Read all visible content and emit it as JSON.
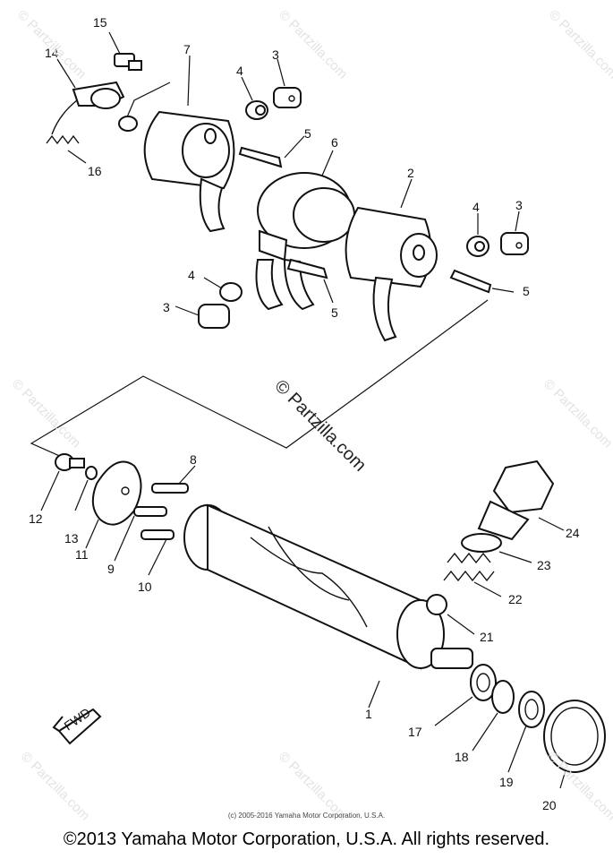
{
  "watermark": "© Partzilla.com",
  "copyright_small": "(c) 2005-2016 Yamaha Motor Corporation, U.S.A.",
  "copyright_large": "©2013 Yamaha Motor Corporation, U.S.A. All rights reserved.",
  "direction_marker": "FWD",
  "callouts": [
    "1",
    "2",
    "3",
    "4",
    "5",
    "6",
    "7",
    "8",
    "9",
    "10",
    "11",
    "12",
    "13",
    "14",
    "15",
    "16",
    "17",
    "18",
    "19",
    "20",
    "21",
    "22",
    "23",
    "24"
  ],
  "ink_color": "#111111"
}
